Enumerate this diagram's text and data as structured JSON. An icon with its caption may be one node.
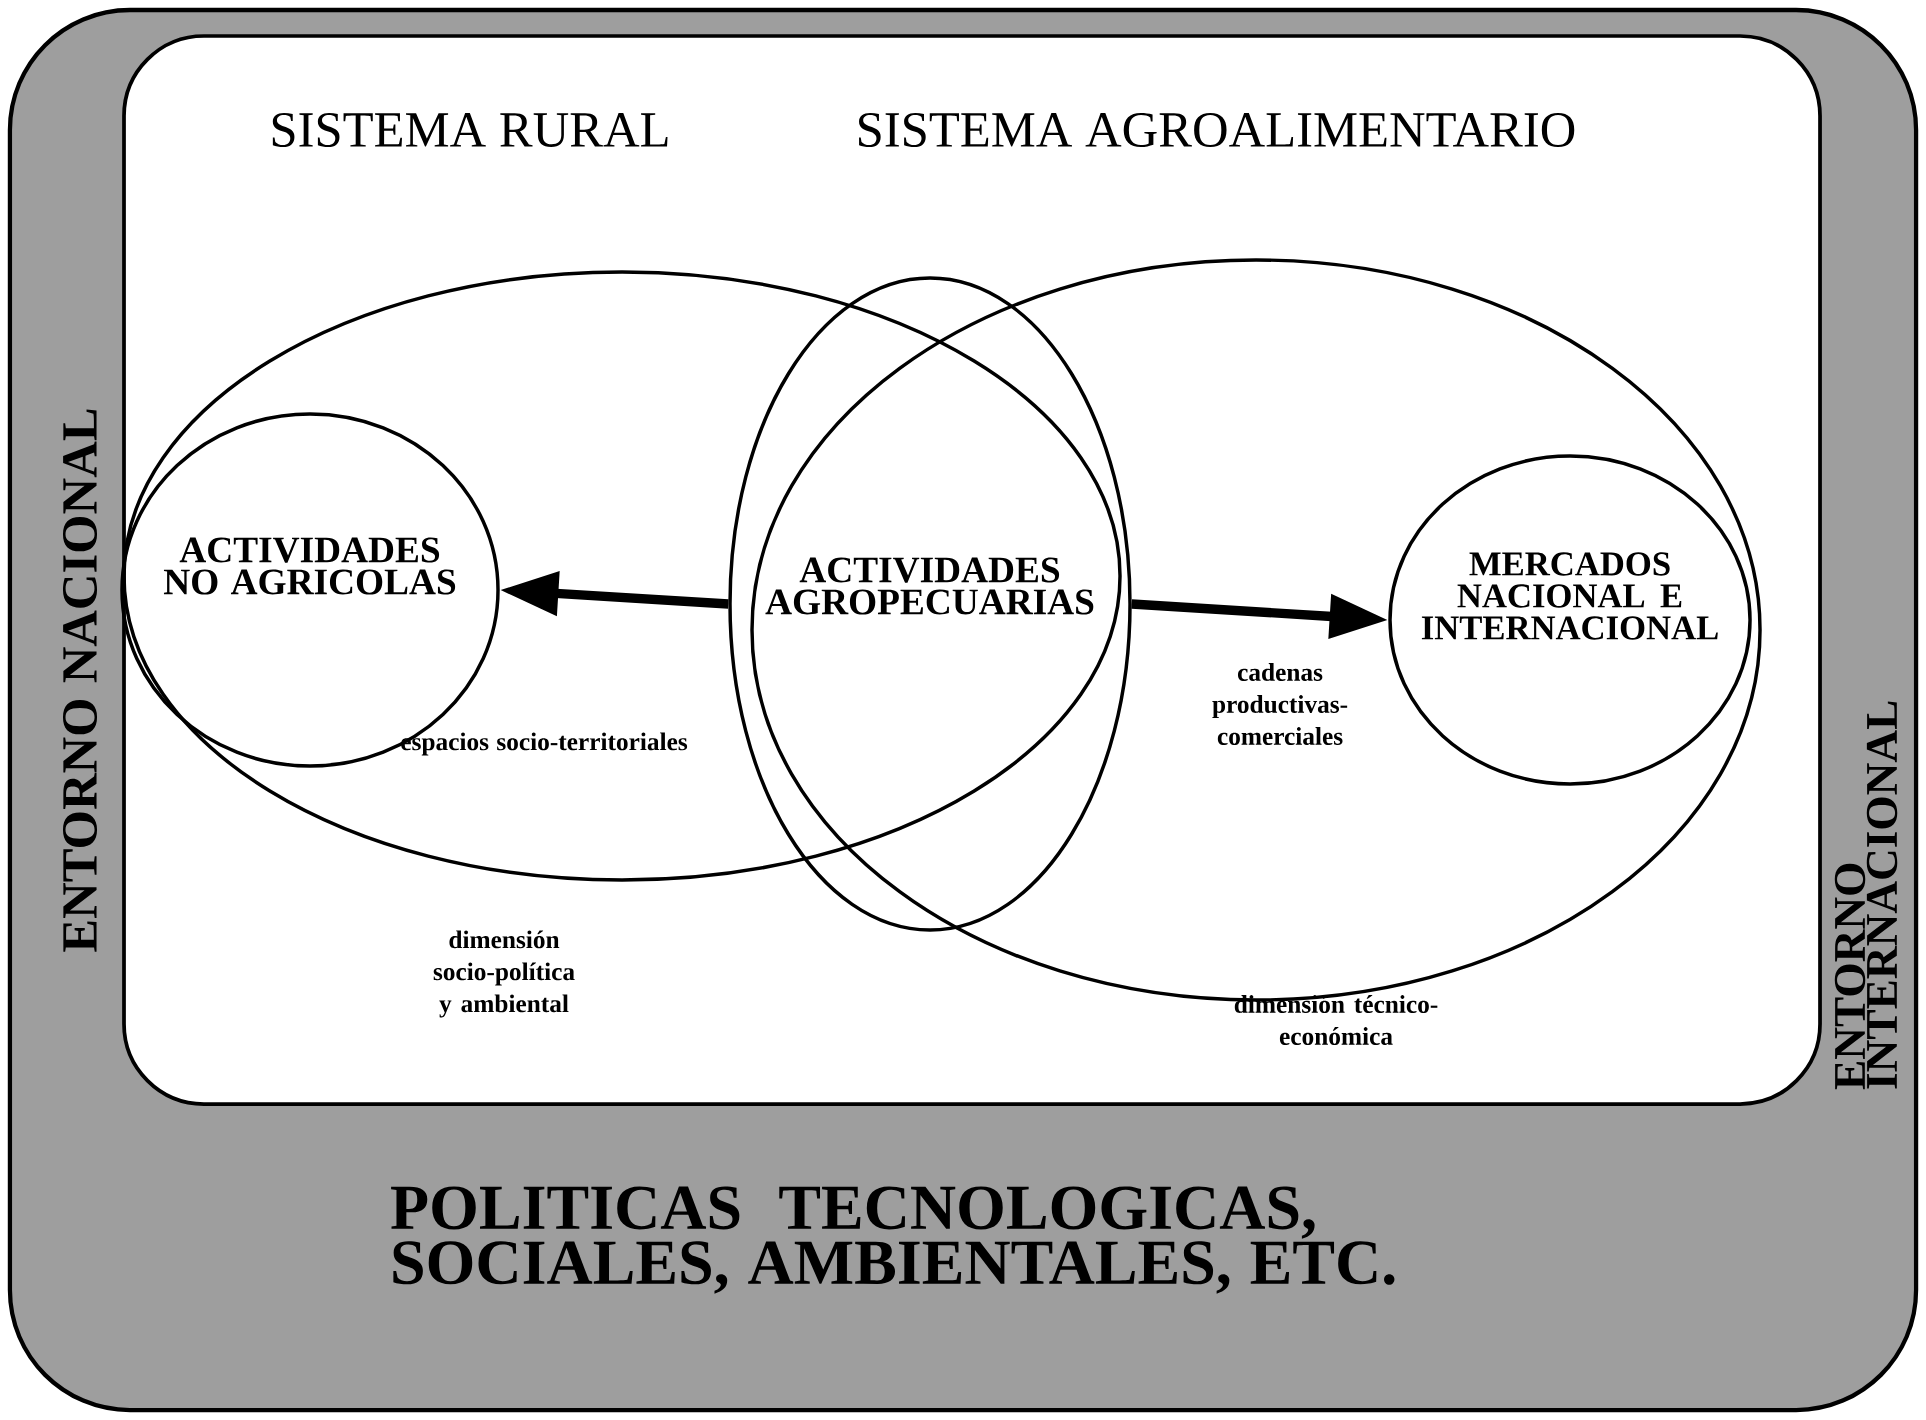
{
  "diagram": {
    "nodes": [
      {
        "text": [
          "ENTORNO NACIONAL",
          "ENTORNO INTERNACIONAL",
          "POLITICAS TECNOLOGICAS, SOCIALES, AMBIENTALES, ETC."
        ]
      },
      {
        "text": [],
        "shape": "box",
        "in": 0
      },
      {
        "text": [
          "espacios socio-territoriales"
        ],
        "in": 1
      },
      {
        "text": [
          "cadenas productivas-comerciales"
        ],
        "in": 1
      },
      {
        "text": [
          "ACTIVIDADES NO AGRICOLAS"
        ],
        "in": 2
      },
      {
        "text": [
          "ACTIVIDADES AGROPECUARIAS"
        ],
        "in": 3
      },
      {
        "text": [
          "MERCADOS NACIONAL E INTERNACIONAL"
        ],
        "in": 3
      }
    ],
    "edges": [
      {
        "from": 5,
        "to": 4,
        "arrow": "to"
      },
      {
        "from": 5,
        "to": 6,
        "arrow": "to"
      }
    ],
    "labels": [
      "SISTEMA RURAL",
      "SISTEMA AGROALIMENTARIO",
      "dimensión socio-política y ambiental",
      "dimensión técnico-económica"
    ]
  }
}
